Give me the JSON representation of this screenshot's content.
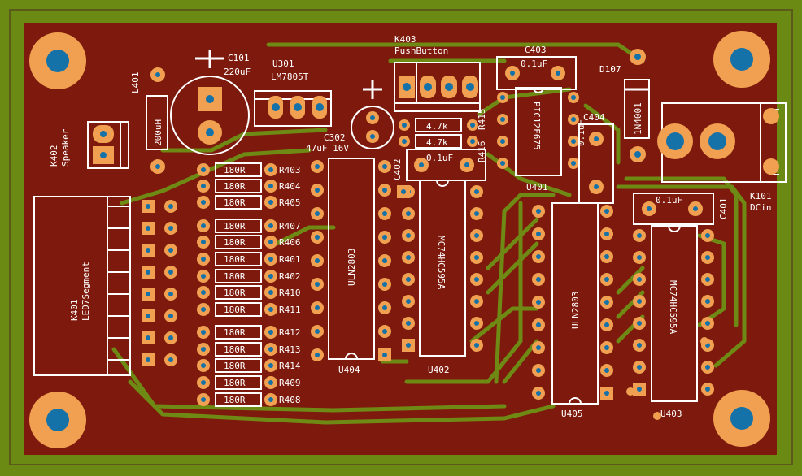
{
  "colors": {
    "background": "#6b8a14",
    "copper": "#7d1a0d",
    "trace": "#6f8a14",
    "pad": "#f0a050",
    "hole": "#1572a8",
    "silk": "#ffffff"
  },
  "labels": {
    "c101": "C101",
    "c101_val": "220uF",
    "u301": "U301",
    "u301_val": "LM7805T",
    "k403": "K403",
    "k403_val": "PushButton",
    "c403": "C403",
    "c403_val": "0.1uF",
    "d107": "D107",
    "d107_val": "1N4001",
    "l401": "L401",
    "l401_val": "200uH",
    "k402": "K402",
    "k402_val": "Speaker",
    "c302": "C302",
    "c302_val": "47uF 16V",
    "r416": "R416",
    "r415": "R415",
    "r416_val": "4.7k",
    "r415_val": "4.7k",
    "c402": "C402",
    "c402_val": "0.1uF",
    "u401_val": "PIC12F675",
    "u401": "U401",
    "c404": "C404",
    "c404_val": "0.1uF",
    "k101": "K101",
    "k101_val": "DCin",
    "c401": "C401",
    "c401_val": "0.1uF",
    "k401": "K401",
    "k401_val": "LED7Segment",
    "u404_val": "ULN2803",
    "u404": "U404",
    "u402_val": "MC74HC595A",
    "u402": "U402",
    "u405_val": "ULN2803",
    "u405": "U405",
    "u403_val": "MC74HC595A",
    "u403": "U403"
  },
  "resistors": [
    {
      "name": "R403",
      "value": "180R"
    },
    {
      "name": "R404",
      "value": "180R"
    },
    {
      "name": "R405",
      "value": "180R"
    },
    {
      "name": "R407",
      "value": "180R"
    },
    {
      "name": "R406",
      "value": "180R"
    },
    {
      "name": "R401",
      "value": "180R"
    },
    {
      "name": "R402",
      "value": "180R"
    },
    {
      "name": "R410",
      "value": "180R"
    },
    {
      "name": "R411",
      "value": "180R"
    },
    {
      "name": "R412",
      "value": "180R"
    },
    {
      "name": "R413",
      "value": "180R"
    },
    {
      "name": "R414",
      "value": "180R"
    },
    {
      "name": "R409",
      "value": "180R"
    },
    {
      "name": "R408",
      "value": "180R"
    }
  ]
}
